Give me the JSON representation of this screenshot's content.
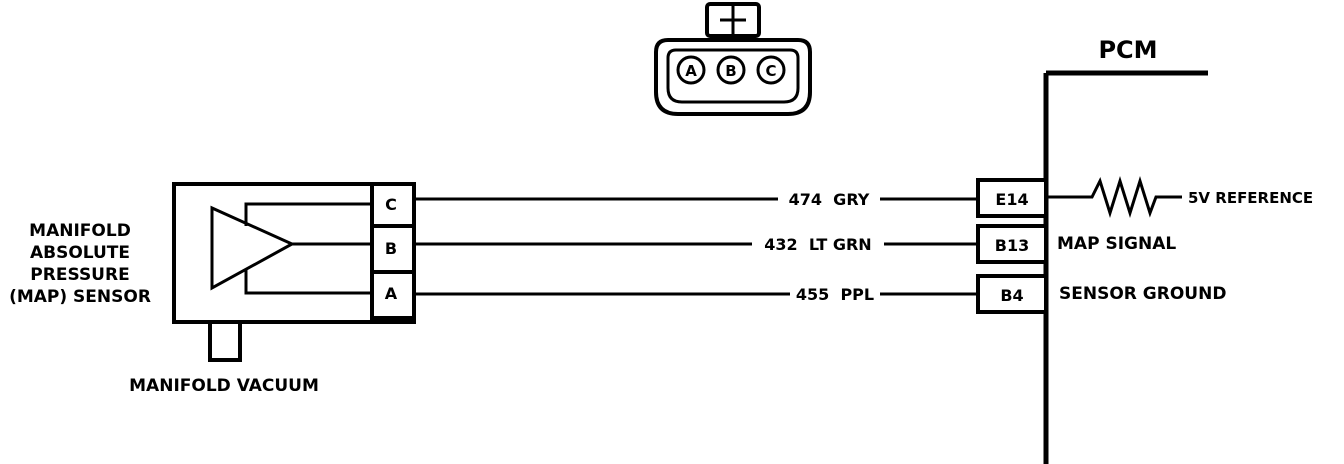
{
  "pcm_label": "PCM",
  "sensor": {
    "name_lines": [
      "MANIFOLD",
      "ABSOLUTE",
      "PRESSURE",
      "(MAP) SENSOR"
    ],
    "vacuum_label": "MANIFOLD VACUUM",
    "pins": [
      "C",
      "B",
      "A"
    ]
  },
  "connector_face": {
    "cavities": [
      "A",
      "B",
      "C"
    ]
  },
  "circuits": [
    {
      "wire": "474  GRY",
      "pcm_pin": "E14",
      "function": "5V REFERENCE"
    },
    {
      "wire": "432  LT GRN",
      "pcm_pin": "B13",
      "function": "MAP SIGNAL"
    },
    {
      "wire": "455  PPL",
      "pcm_pin": "B4",
      "function": "SENSOR GROUND"
    }
  ],
  "colors": {
    "ink": "#000000",
    "background": "#ffffff"
  }
}
